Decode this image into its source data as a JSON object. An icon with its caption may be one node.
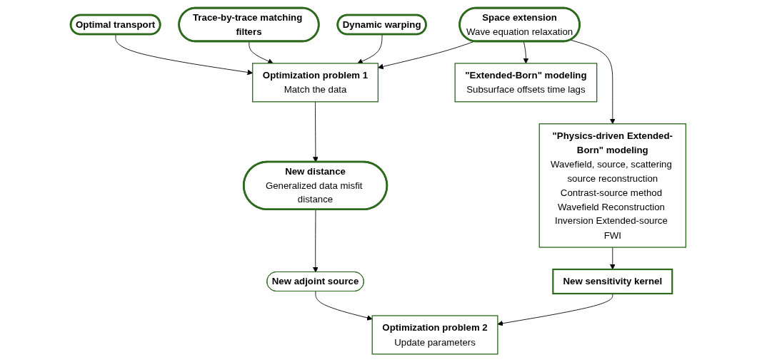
{
  "diagram": {
    "nodes": [
      {
        "text": [
          "Optimal transport"
        ]
      },
      {
        "text": [
          "Trace-by-trace matching filters"
        ]
      },
      {
        "text": [
          "Optimization problem 1",
          "Match the data"
        ]
      },
      {
        "text": [
          "Dynamic warping"
        ]
      },
      {
        "text": [
          "New distance",
          "Generalized data misfit distance"
        ]
      },
      {
        "text": [
          "Space extension",
          "Wave equation relaxation"
        ]
      },
      {
        "text": [
          "\"Extended-Born\" modeling",
          "Subsurface offsets time lags"
        ]
      },
      {
        "text": [
          "\"Physics-driven Extended-Born\" modeling",
          "Wavefield, source, scattering source reconstruction",
          "Contrast-source method Wavefield Reconstruction Inversion Extended-source FWI"
        ]
      },
      {
        "text": [
          "New adjoint source"
        ]
      },
      {
        "text": [
          "New sensitivity kernel"
        ]
      },
      {
        "text": [
          "Optimization problem 2",
          "Update parameters"
        ]
      }
    ],
    "edges": [
      {
        "from": 0,
        "to": 2,
        "arrow": "to"
      },
      {
        "from": 1,
        "to": 2,
        "arrow": "to"
      },
      {
        "from": 3,
        "to": 2,
        "arrow": "to"
      },
      {
        "from": 2,
        "to": 4,
        "arrow": "to"
      },
      {
        "from": 5,
        "to": 2,
        "arrow": "to"
      },
      {
        "from": 5,
        "to": 6,
        "arrow": "to"
      },
      {
        "from": 5,
        "to": 7,
        "arrow": "to"
      },
      {
        "from": 4,
        "to": 8,
        "arrow": "to"
      },
      {
        "from": 8,
        "to": 10,
        "arrow": "to"
      },
      {
        "from": 7,
        "to": 9,
        "arrow": "to"
      },
      {
        "from": 9,
        "to": 10,
        "arrow": "to"
      }
    ]
  }
}
